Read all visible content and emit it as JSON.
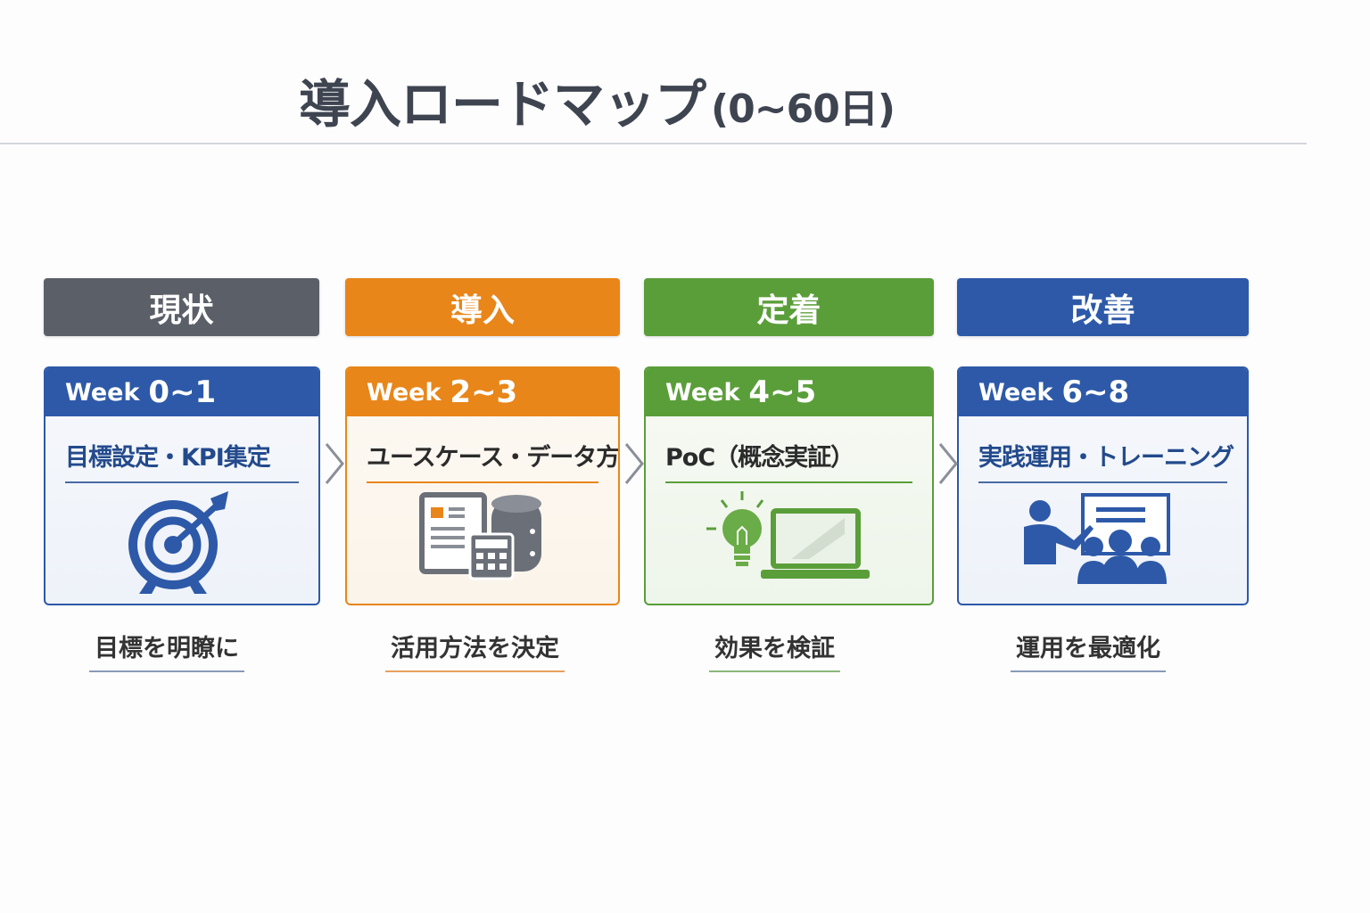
{
  "title": {
    "main": "導入ロードマップ",
    "sub": "(0~60日)"
  },
  "colors": {
    "gray": "#5b6068",
    "orange": "#e8861a",
    "green": "#5a9e3a",
    "blue": "#2d59a8",
    "title": "#3e4450"
  },
  "phases": [
    {
      "label": "現状",
      "week_prefix": "Week",
      "week_range": "0~1",
      "task": "目標設定・KPI集定",
      "icon": "target-arrow-icon",
      "note": "目標を明瞭に"
    },
    {
      "label": "導入",
      "week_prefix": "Week",
      "week_range": "2~3",
      "task": "ユースケース・データ方針",
      "icon": "document-database-calculator-icon",
      "note": "活用方法を決定"
    },
    {
      "label": "定着",
      "week_prefix": "Week",
      "week_range": "4~5",
      "task": "PoC（概念実証）",
      "icon": "lightbulb-laptop-icon",
      "note": "効果を検証"
    },
    {
      "label": "改善",
      "week_prefix": "Week",
      "week_range": "6~8",
      "task": "実践運用・トレーニング",
      "icon": "presenter-audience-icon",
      "note": "運用を最適化"
    }
  ]
}
